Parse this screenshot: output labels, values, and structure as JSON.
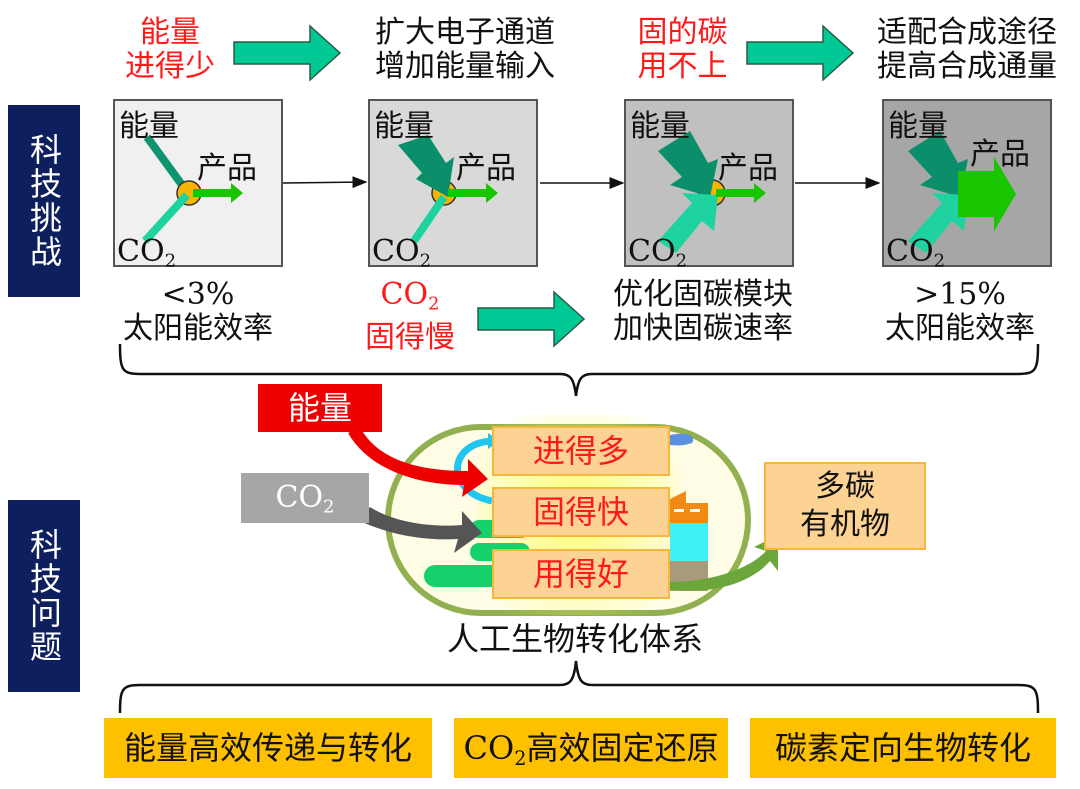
{
  "side_labels": {
    "challenge": "科技挑战",
    "problem": "科技问题"
  },
  "top_row": {
    "problem_1": [
      "能量",
      "进得少"
    ],
    "solution_1": [
      "扩大电子通道",
      "增加能量输入"
    ],
    "problem_2": [
      "固的碳",
      "用不上"
    ],
    "solution_2": [
      "适配合成途径",
      "提高合成通量"
    ]
  },
  "panels": [
    {
      "energy": "能量",
      "product": "产品",
      "co2": "CO",
      "co2_sub": "2",
      "background": "#f0f0f0"
    },
    {
      "energy": "能量",
      "product": "产品",
      "co2": "CO",
      "co2_sub": "2",
      "background": "#d9d9d9"
    },
    {
      "energy": "能量",
      "product": "产品",
      "co2": "CO",
      "co2_sub": "2",
      "background": "#c0c0c0"
    },
    {
      "energy": "能量",
      "product": "产品",
      "co2": "CO",
      "co2_sub": "2",
      "background": "#a6a6a6"
    }
  ],
  "middle_row": {
    "start_efficiency": [
      "<3%",
      "太阳能效率"
    ],
    "problem_3": {
      "co2": "CO",
      "co2_sub": "2",
      "text": "固得慢"
    },
    "solution_3": [
      "优化固碳模块",
      "加快固碳速率"
    ],
    "end_efficiency": [
      ">15%",
      "太阳能效率"
    ]
  },
  "system": {
    "energy_input": "能量",
    "co2_input": "CO",
    "co2_input_sub": "2",
    "steps": [
      "进得多",
      "固得快",
      "用得好"
    ],
    "output": [
      "多碳",
      "有机物"
    ],
    "caption": "人工生物转化体系"
  },
  "bottom_topics": [
    {
      "prefix": "",
      "prefix_sub": "",
      "text": "能量高效传递与转化"
    },
    {
      "prefix": "CO",
      "prefix_sub": "2",
      "text": "高效固定还原"
    },
    {
      "prefix": "",
      "prefix_sub": "",
      "text": "碳素定向生物转化"
    }
  ],
  "colors": {
    "navy": "#0e1f5e",
    "arrow_teal": "#00c996",
    "red_text": "#ff1a1a",
    "gold": "#ffc000",
    "orange_box": "#fcd393"
  }
}
